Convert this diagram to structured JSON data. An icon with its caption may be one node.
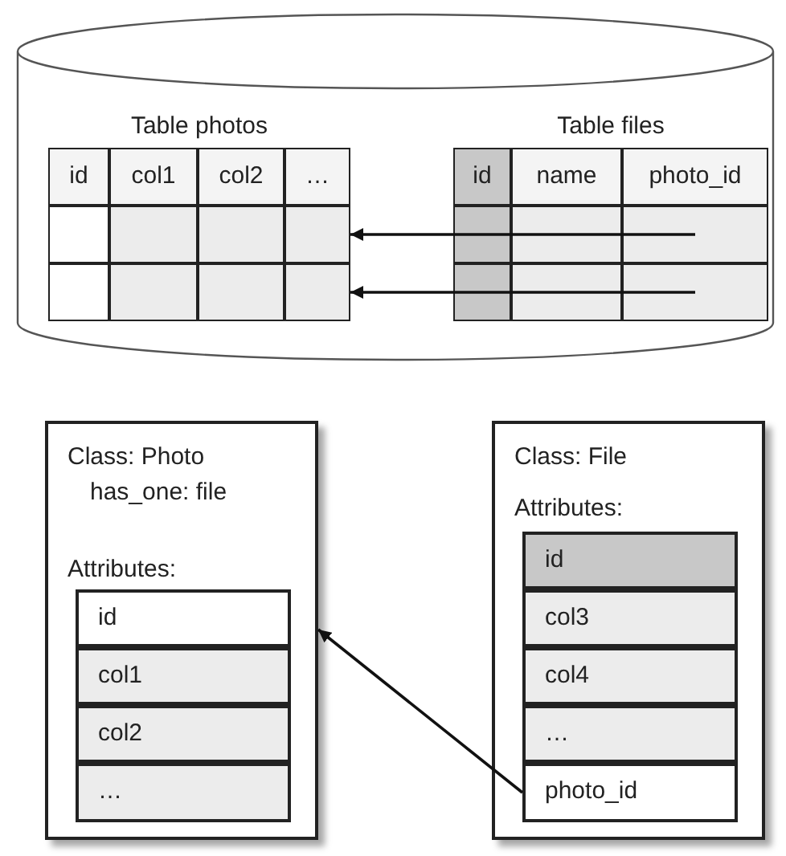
{
  "diagram": {
    "nodes": [
      {
        "text": [],
        "shape": "cylinder"
      },
      {
        "text": [
          "Table photos"
        ],
        "in": 0
      },
      {
        "text": [
          "id"
        ],
        "in": 1
      },
      {
        "text": [
          "col1"
        ],
        "in": 1
      },
      {
        "text": [
          "col2"
        ],
        "in": 1
      },
      {
        "text": [
          "…"
        ],
        "in": 1
      },
      {
        "text": [],
        "shape": "box",
        "in": 1
      },
      {
        "text": [],
        "shape": "box",
        "in": 1
      },
      {
        "text": [
          "Table files"
        ],
        "in": 0
      },
      {
        "text": [
          "id"
        ],
        "in": 8
      },
      {
        "text": [
          "name"
        ],
        "in": 8
      },
      {
        "text": [
          "photo_id"
        ],
        "in": 8
      },
      {
        "text": [],
        "shape": "box",
        "in": 8
      },
      {
        "text": [],
        "shape": "box",
        "in": 8
      },
      {
        "text": [
          "Class: Photo",
          "has_one: file",
          "Attributes:"
        ]
      },
      {
        "text": [
          "id"
        ],
        "in": 14
      },
      {
        "text": [
          "col1"
        ],
        "in": 14
      },
      {
        "text": [
          "col2"
        ],
        "in": 14
      },
      {
        "text": [
          "…"
        ],
        "in": 14
      },
      {
        "text": [
          "Class: File",
          "Attributes:"
        ]
      },
      {
        "text": [
          "id"
        ],
        "in": 19
      },
      {
        "text": [
          "col3"
        ],
        "in": 19
      },
      {
        "text": [
          "col4"
        ],
        "in": 19
      },
      {
        "text": [
          "…"
        ],
        "in": 19
      },
      {
        "text": [
          "photo_id"
        ],
        "in": 19
      }
    ],
    "edges": [
      {
        "from": 12,
        "to": 6,
        "arrow": "to"
      },
      {
        "from": 13,
        "to": 7,
        "arrow": "to"
      },
      {
        "from": 24,
        "to": 14,
        "arrow": "to"
      }
    ]
  }
}
